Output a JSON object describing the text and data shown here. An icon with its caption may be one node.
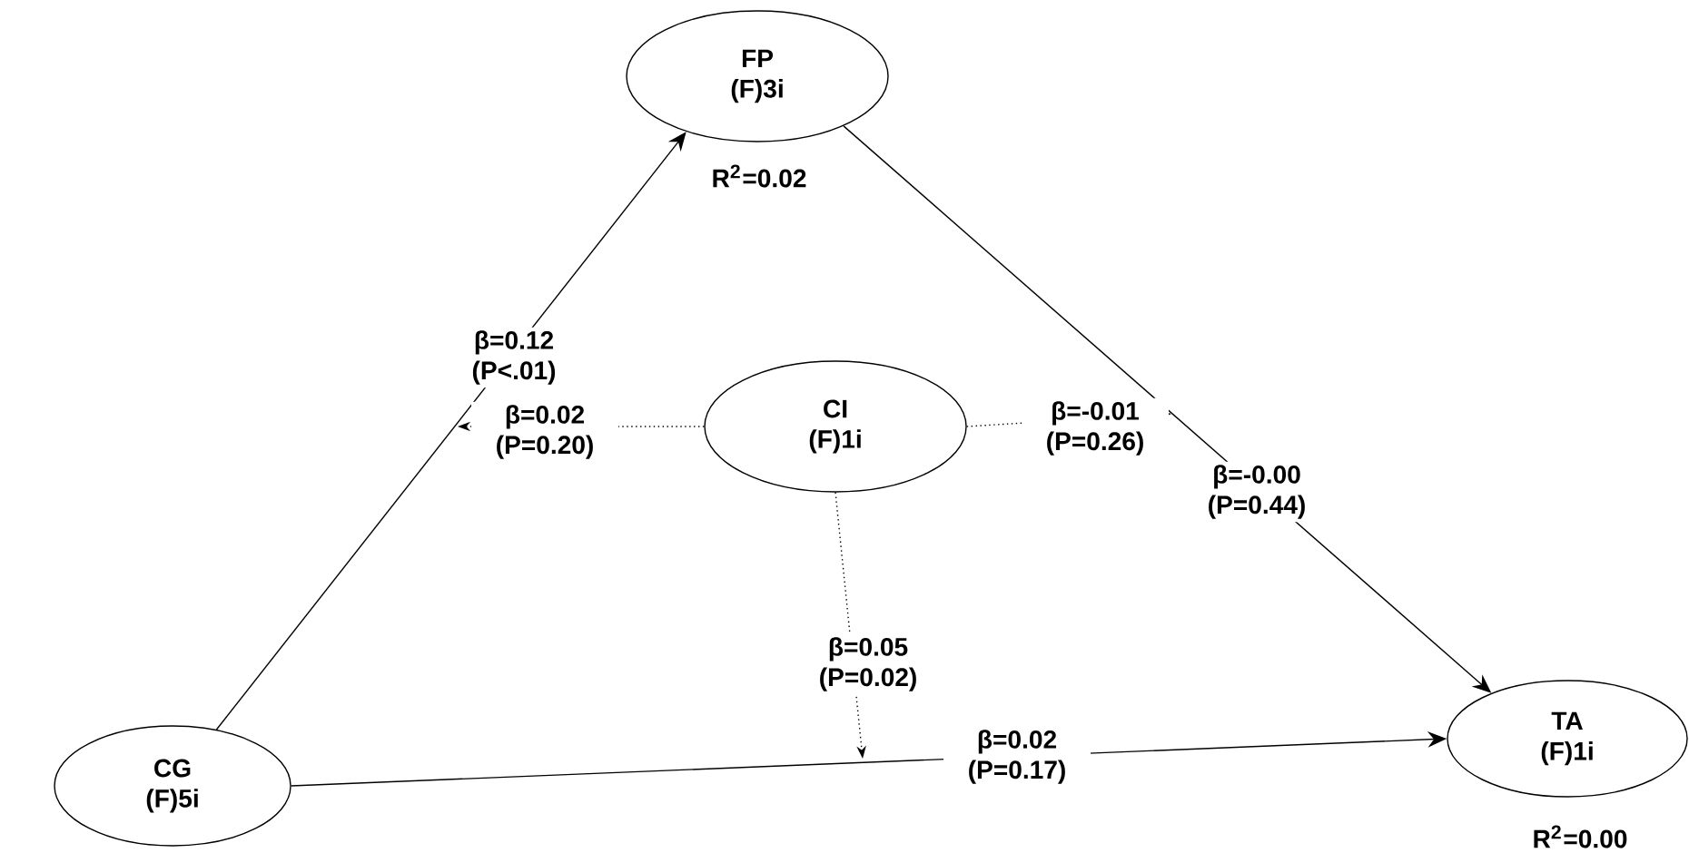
{
  "diagram": {
    "nodes": [
      {
        "text": [
          "FP",
          "(F)3i"
        ],
        "beside": [
          "R$^{2}$=0.02"
        ]
      },
      {
        "text": [
          "CI",
          "(F)1i"
        ]
      },
      {
        "text": [
          "CG",
          "(F)5i"
        ]
      },
      {
        "text": [
          "TA",
          "(F)1i"
        ],
        "beside": [
          "R$^{2}$=0.00"
        ]
      }
    ],
    "edges": [
      {
        "from": 2,
        "to": 0,
        "arrow": "to",
        "label": "β=0.12 (P<.01)"
      },
      {
        "from": 0,
        "to": 3,
        "arrow": "to",
        "label": "β=-0.00 (P=0.44)"
      },
      {
        "from": 2,
        "to": 3,
        "arrow": "to",
        "label": "β=0.02 (P=0.17)"
      },
      {
        "from": 1,
        "to": null,
        "arrow": "to",
        "style": "dashed",
        "label": "β=0.02 (P=0.20)"
      },
      {
        "from": 1,
        "to": null,
        "arrow": "to",
        "style": "dashed",
        "label": "β=-0.01 (P=0.26)"
      },
      {
        "from": 1,
        "to": null,
        "arrow": "to",
        "style": "dashed",
        "label": "β=0.05 (P=0.02)"
      }
    ]
  }
}
